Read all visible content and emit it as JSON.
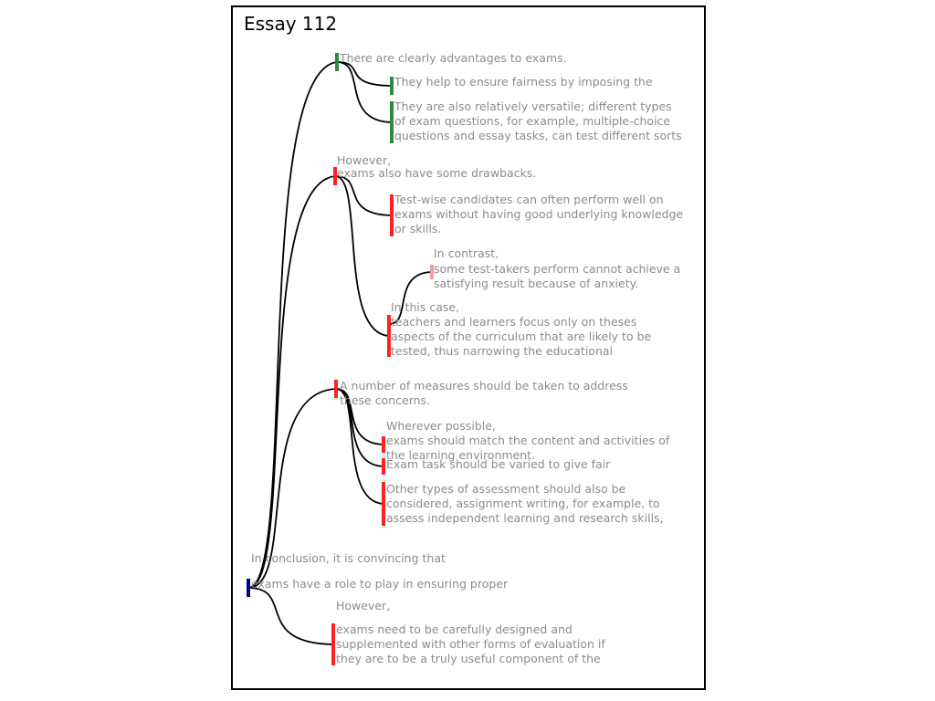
{
  "title": "Essay 112",
  "colors": {
    "frame": "#000000",
    "text": "#8c8c8c",
    "link": "#000000",
    "root": "#00008b",
    "support": "#2e8b3e",
    "attack": "#ff2020",
    "attack_light": "#ff9a9a"
  },
  "nodes": [
    {
      "id": "root",
      "role": "major-claim",
      "color": "root",
      "prefix": "In conclusion, it is convincing that",
      "lines": [
        "exams have a role to play in ensuring proper"
      ]
    },
    {
      "id": "c1",
      "role": "claim",
      "color": "support",
      "prefix": "",
      "lines": [
        "There are clearly advantages to exams."
      ]
    },
    {
      "id": "c1a",
      "role": "premise",
      "color": "support",
      "prefix": "",
      "lines": [
        "They help to ensure fairness by imposing the"
      ]
    },
    {
      "id": "c1b",
      "role": "premise",
      "color": "support",
      "prefix": "",
      "lines": [
        "They are also relatively versatile; different types",
        "of exam questions, for example, multiple-choice",
        "questions and essay tasks, can test different sorts"
      ]
    },
    {
      "id": "c2",
      "role": "claim",
      "color": "attack",
      "prefix": "However,",
      "lines": [
        "exams also have some drawbacks."
      ]
    },
    {
      "id": "c2a",
      "role": "premise",
      "color": "attack",
      "prefix": "",
      "lines": [
        "Test-wise candidates can often perform well on",
        "exams without having good underlying knowledge",
        "or skills."
      ]
    },
    {
      "id": "c2b",
      "role": "premise",
      "color": "attack_light",
      "prefix": "In contrast,",
      "lines": [
        "some test-takers perform cannot achieve a",
        "satisfying result because of anxiety."
      ]
    },
    {
      "id": "c2c",
      "role": "premise",
      "color": "attack",
      "prefix": "In this case,",
      "lines": [
        "teachers and learners focus only on theses",
        "aspects of the curriculum that are likely to be",
        "tested, thus narrowing the educational"
      ]
    },
    {
      "id": "c3",
      "role": "claim",
      "color": "attack",
      "prefix": "",
      "lines": [
        "A number of measures should be taken to address",
        "these concerns."
      ]
    },
    {
      "id": "c3a",
      "role": "premise",
      "color": "attack",
      "prefix": "Wherever possible,",
      "lines": [
        "exams should match the content and activities of",
        "the learning environment."
      ]
    },
    {
      "id": "c3b",
      "role": "premise",
      "color": "attack",
      "prefix": "",
      "lines": [
        "Exam task should be varied to give fair"
      ]
    },
    {
      "id": "c3c",
      "role": "premise",
      "color": "attack",
      "prefix": "",
      "lines": [
        "Other types of assessment should also be",
        "considered, assignment writing, for example, to",
        "assess independent learning and research skills,"
      ]
    },
    {
      "id": "c4",
      "role": "claim",
      "color": "attack",
      "prefix": "However,",
      "lines": [
        "exams need to be carefully designed and",
        "supplemented with other forms of evaluation if",
        "they are to be a truly useful component of the"
      ]
    }
  ],
  "edges": [
    {
      "from": "root",
      "to": "c1"
    },
    {
      "from": "root",
      "to": "c2"
    },
    {
      "from": "root",
      "to": "c3"
    },
    {
      "from": "root",
      "to": "c4"
    },
    {
      "from": "c1",
      "to": "c1a"
    },
    {
      "from": "c1",
      "to": "c1b"
    },
    {
      "from": "c2",
      "to": "c2a"
    },
    {
      "from": "c2",
      "to": "c2c"
    },
    {
      "from": "c2c",
      "to": "c2b"
    },
    {
      "from": "c3",
      "to": "c3a"
    },
    {
      "from": "c3",
      "to": "c3b"
    },
    {
      "from": "c3",
      "to": "c3c"
    }
  ]
}
